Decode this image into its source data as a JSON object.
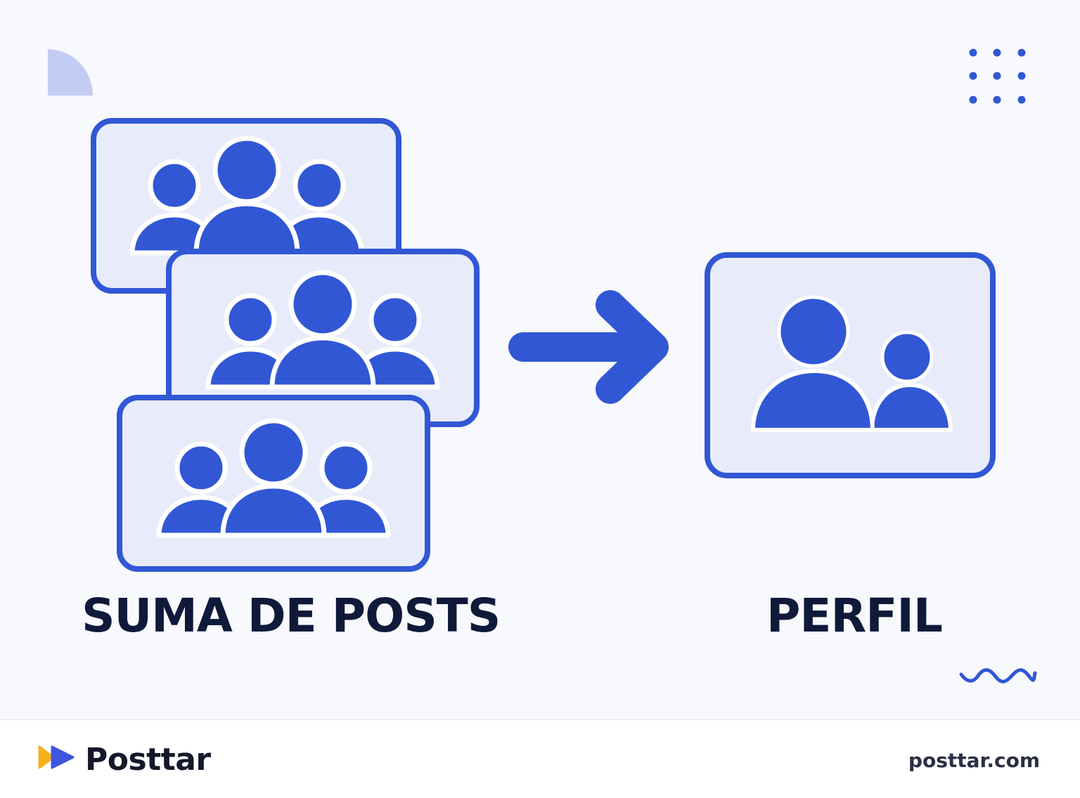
{
  "left_label": "SUMA DE POSTS",
  "right_label": "PERFIL",
  "footer": {
    "brand": "Posttar",
    "site": "posttar.com"
  },
  "icons": {
    "group": "group-icon",
    "pair": "user-pair-icon",
    "arrow": "arrow-right-icon",
    "logo": "play-logo-icon"
  },
  "colors": {
    "accent": "#3157d5",
    "card_fill": "#e8ebfa",
    "dark_text": "#0f1a3a",
    "quarter": "#c3ccf3"
  }
}
